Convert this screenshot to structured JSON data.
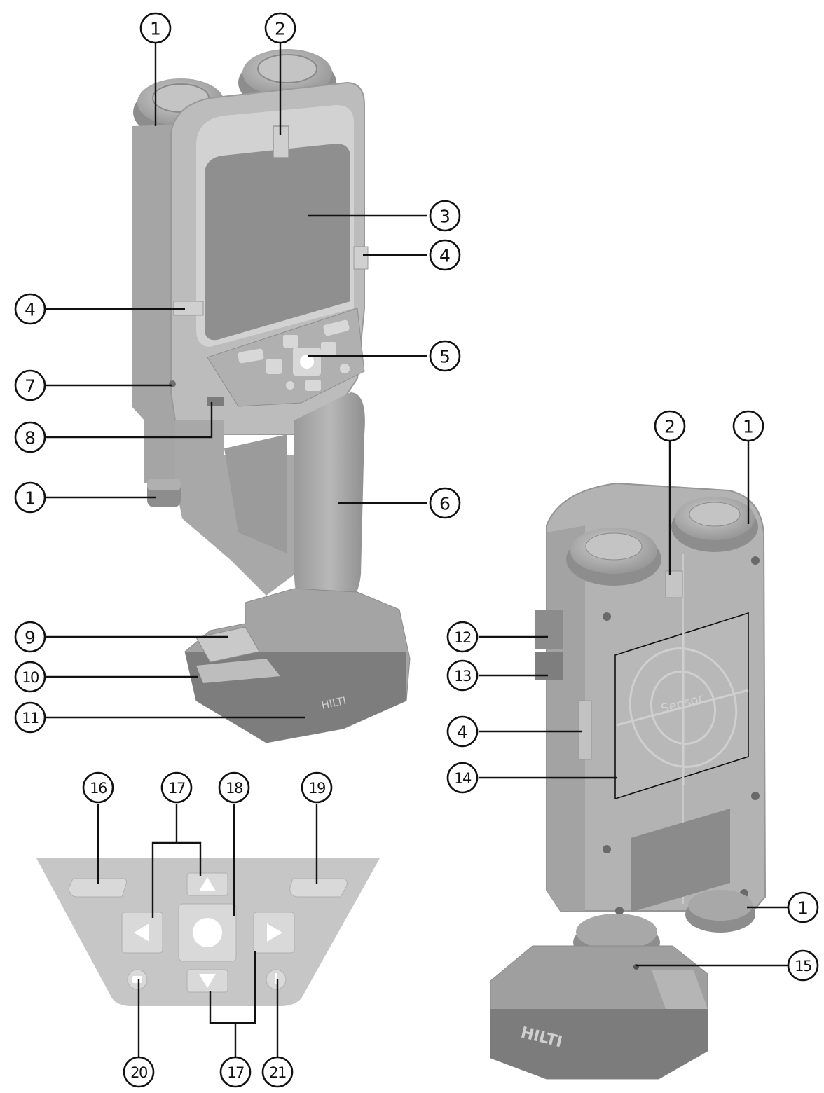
{
  "colors": {
    "body_light": "#bdbdbd",
    "body_mid": "#a3a3a3",
    "body_dark": "#8a8a8a",
    "screen": "#909090",
    "keypad_panel": "#c7c7c7",
    "key": "#d6d6d6",
    "line": "#111111"
  },
  "front": {
    "callouts": [
      {
        "label": "1"
      },
      {
        "label": "2"
      },
      {
        "label": "3"
      },
      {
        "label": "4"
      },
      {
        "label": "4"
      },
      {
        "label": "5"
      },
      {
        "label": "7"
      },
      {
        "label": "8"
      },
      {
        "label": "1"
      },
      {
        "label": "6"
      },
      {
        "label": "9"
      },
      {
        "label": "10"
      },
      {
        "label": "11"
      }
    ]
  },
  "keypad": {
    "callouts": [
      {
        "label": "16"
      },
      {
        "label": "17"
      },
      {
        "label": "18"
      },
      {
        "label": "19"
      },
      {
        "label": "20"
      },
      {
        "label": "17"
      },
      {
        "label": "21"
      }
    ],
    "icons": [
      "left-arrow-icon",
      "up-arrow-icon",
      "right-arrow-icon",
      "down-arrow-icon",
      "center-button-icon",
      "camera-icon",
      "power-icon"
    ]
  },
  "back": {
    "sensor_text": "Sensor",
    "brand_text": "HILTI",
    "callouts": [
      {
        "label": "2"
      },
      {
        "label": "1"
      },
      {
        "label": "12"
      },
      {
        "label": "13"
      },
      {
        "label": "4"
      },
      {
        "label": "14"
      },
      {
        "label": "1"
      },
      {
        "label": "15"
      }
    ]
  }
}
